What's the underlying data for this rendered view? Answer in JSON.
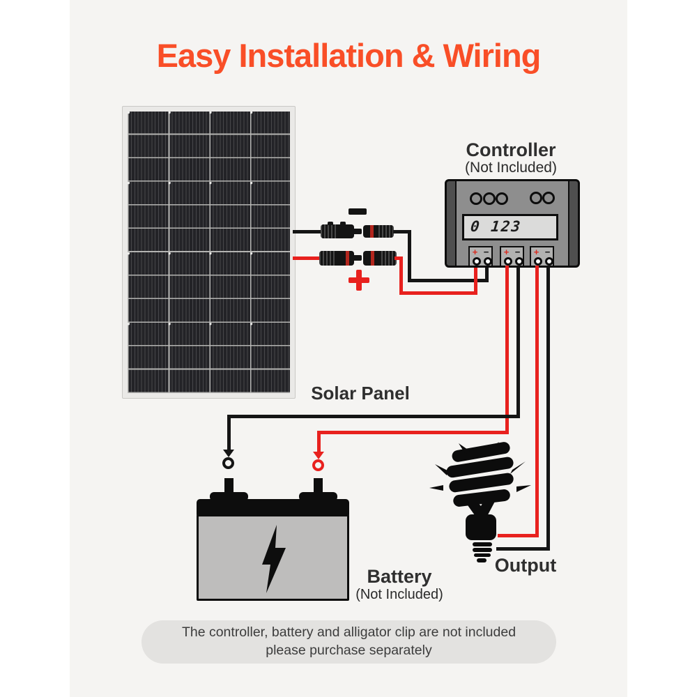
{
  "title": {
    "text": "Easy Installation & Wiring"
  },
  "controller": {
    "label": "Controller",
    "sublabel": "(Not Included)",
    "lcd": "0 123",
    "blocks": [
      {
        "plus": "+",
        "minus": "−"
      },
      {
        "plus": "+",
        "minus": "−"
      },
      {
        "plus": "+",
        "minus": "−"
      }
    ]
  },
  "solar_panel": {
    "label": "Solar Panel"
  },
  "wiring": {
    "polarity_negative": "−",
    "polarity_positive": "+"
  },
  "battery": {
    "label": "Battery",
    "sublabel": "(Not Included)"
  },
  "output": {
    "label": "Output"
  },
  "note": {
    "line1": "The controller, battery and alligator clip are not included",
    "line2": "please purchase separately"
  },
  "colors": {
    "accent_orange": "#F94E27",
    "wire_red": "#E8211E",
    "wire_black": "#151515",
    "canvas_bg": "#F5F4F2",
    "note_bg": "#E3E2E0",
    "controller_gray": "#8E8E8E",
    "battery_gray": "#BEBDBC"
  }
}
